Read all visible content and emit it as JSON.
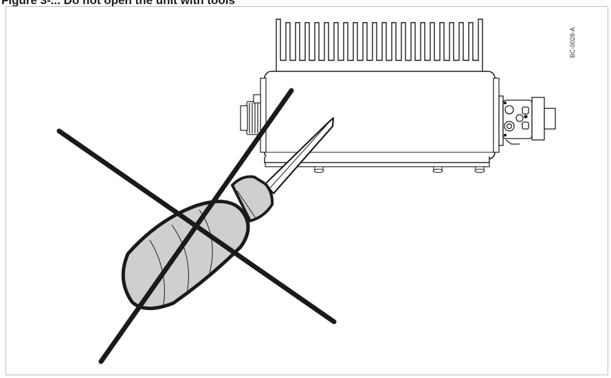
{
  "figure": {
    "title": "Figure 3-... Do not open the unit with tools",
    "drawing_code": "BC-0028-A",
    "colors": {
      "line": "#1a1a1a",
      "cross": "#1a1a1a",
      "handle_fill": "#cfcfcf",
      "frame_border": "#bdbdbd"
    },
    "elements": [
      "heatsink-unit",
      "left-connector",
      "right-connector",
      "screwdriver",
      "prohibition-cross"
    ]
  }
}
